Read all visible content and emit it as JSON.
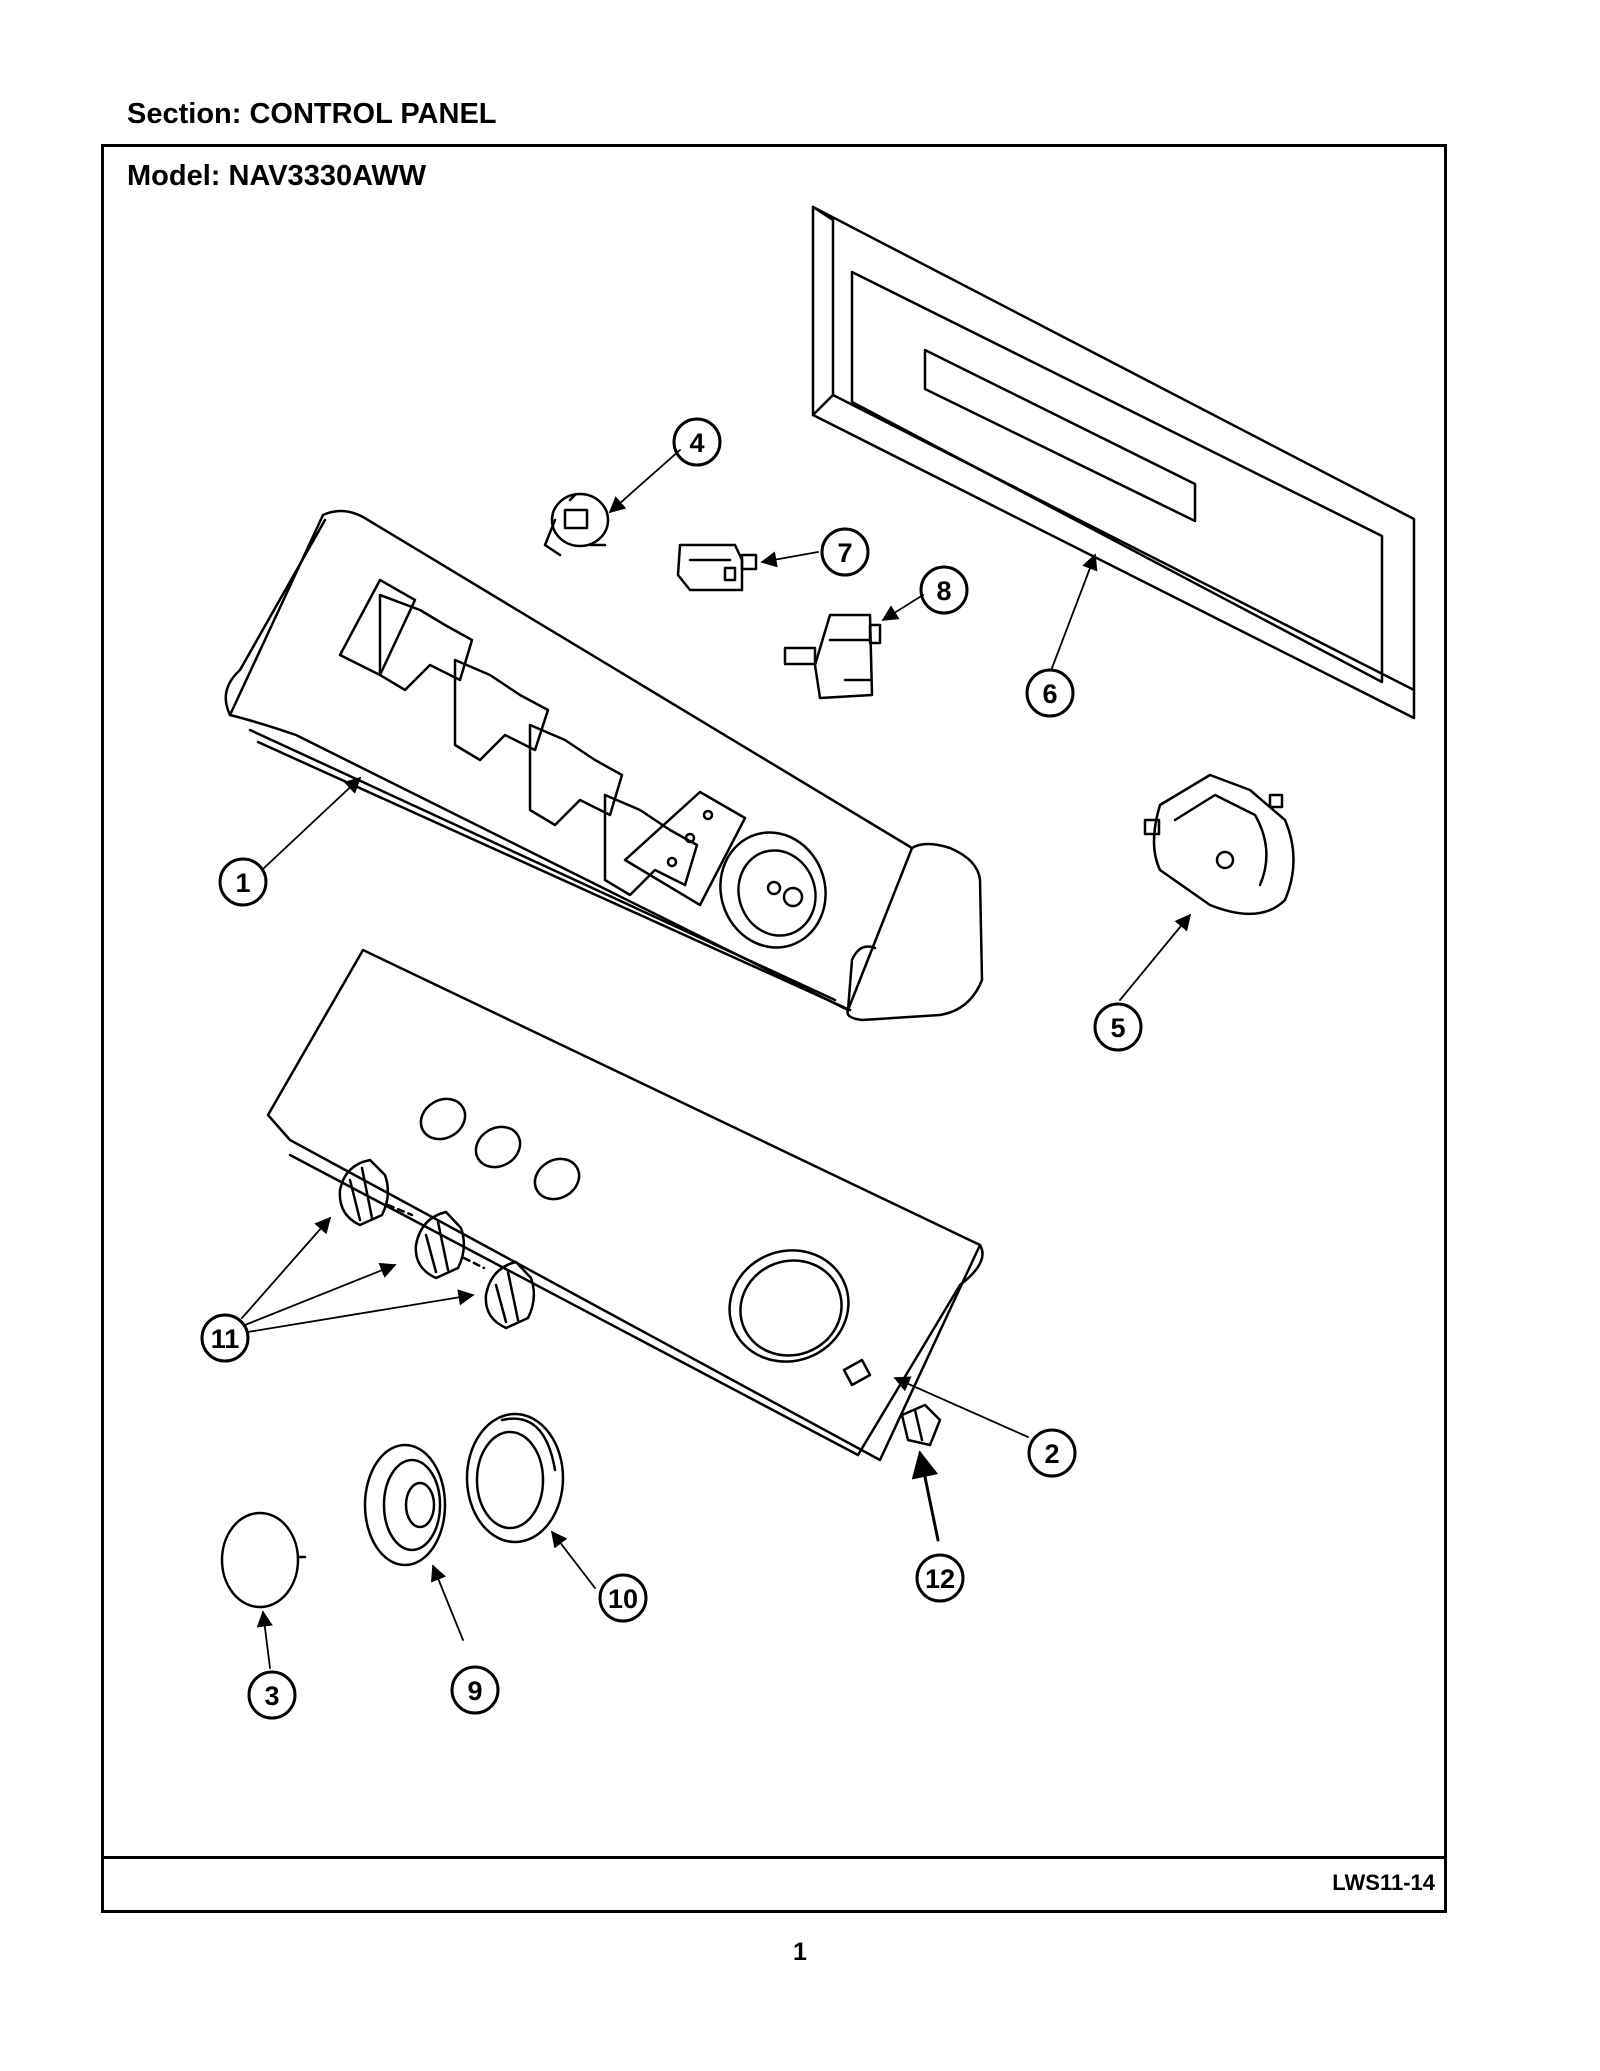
{
  "header": {
    "section_title": "Section:  CONTROL PANEL",
    "model_title": "Model:  NAV3330AWW"
  },
  "footer": {
    "drawing_code": "LWS11-14",
    "page_number": "1"
  },
  "callouts": [
    "1",
    "2",
    "3",
    "4",
    "5",
    "6",
    "7",
    "8",
    "9",
    "10",
    "11",
    "12"
  ]
}
